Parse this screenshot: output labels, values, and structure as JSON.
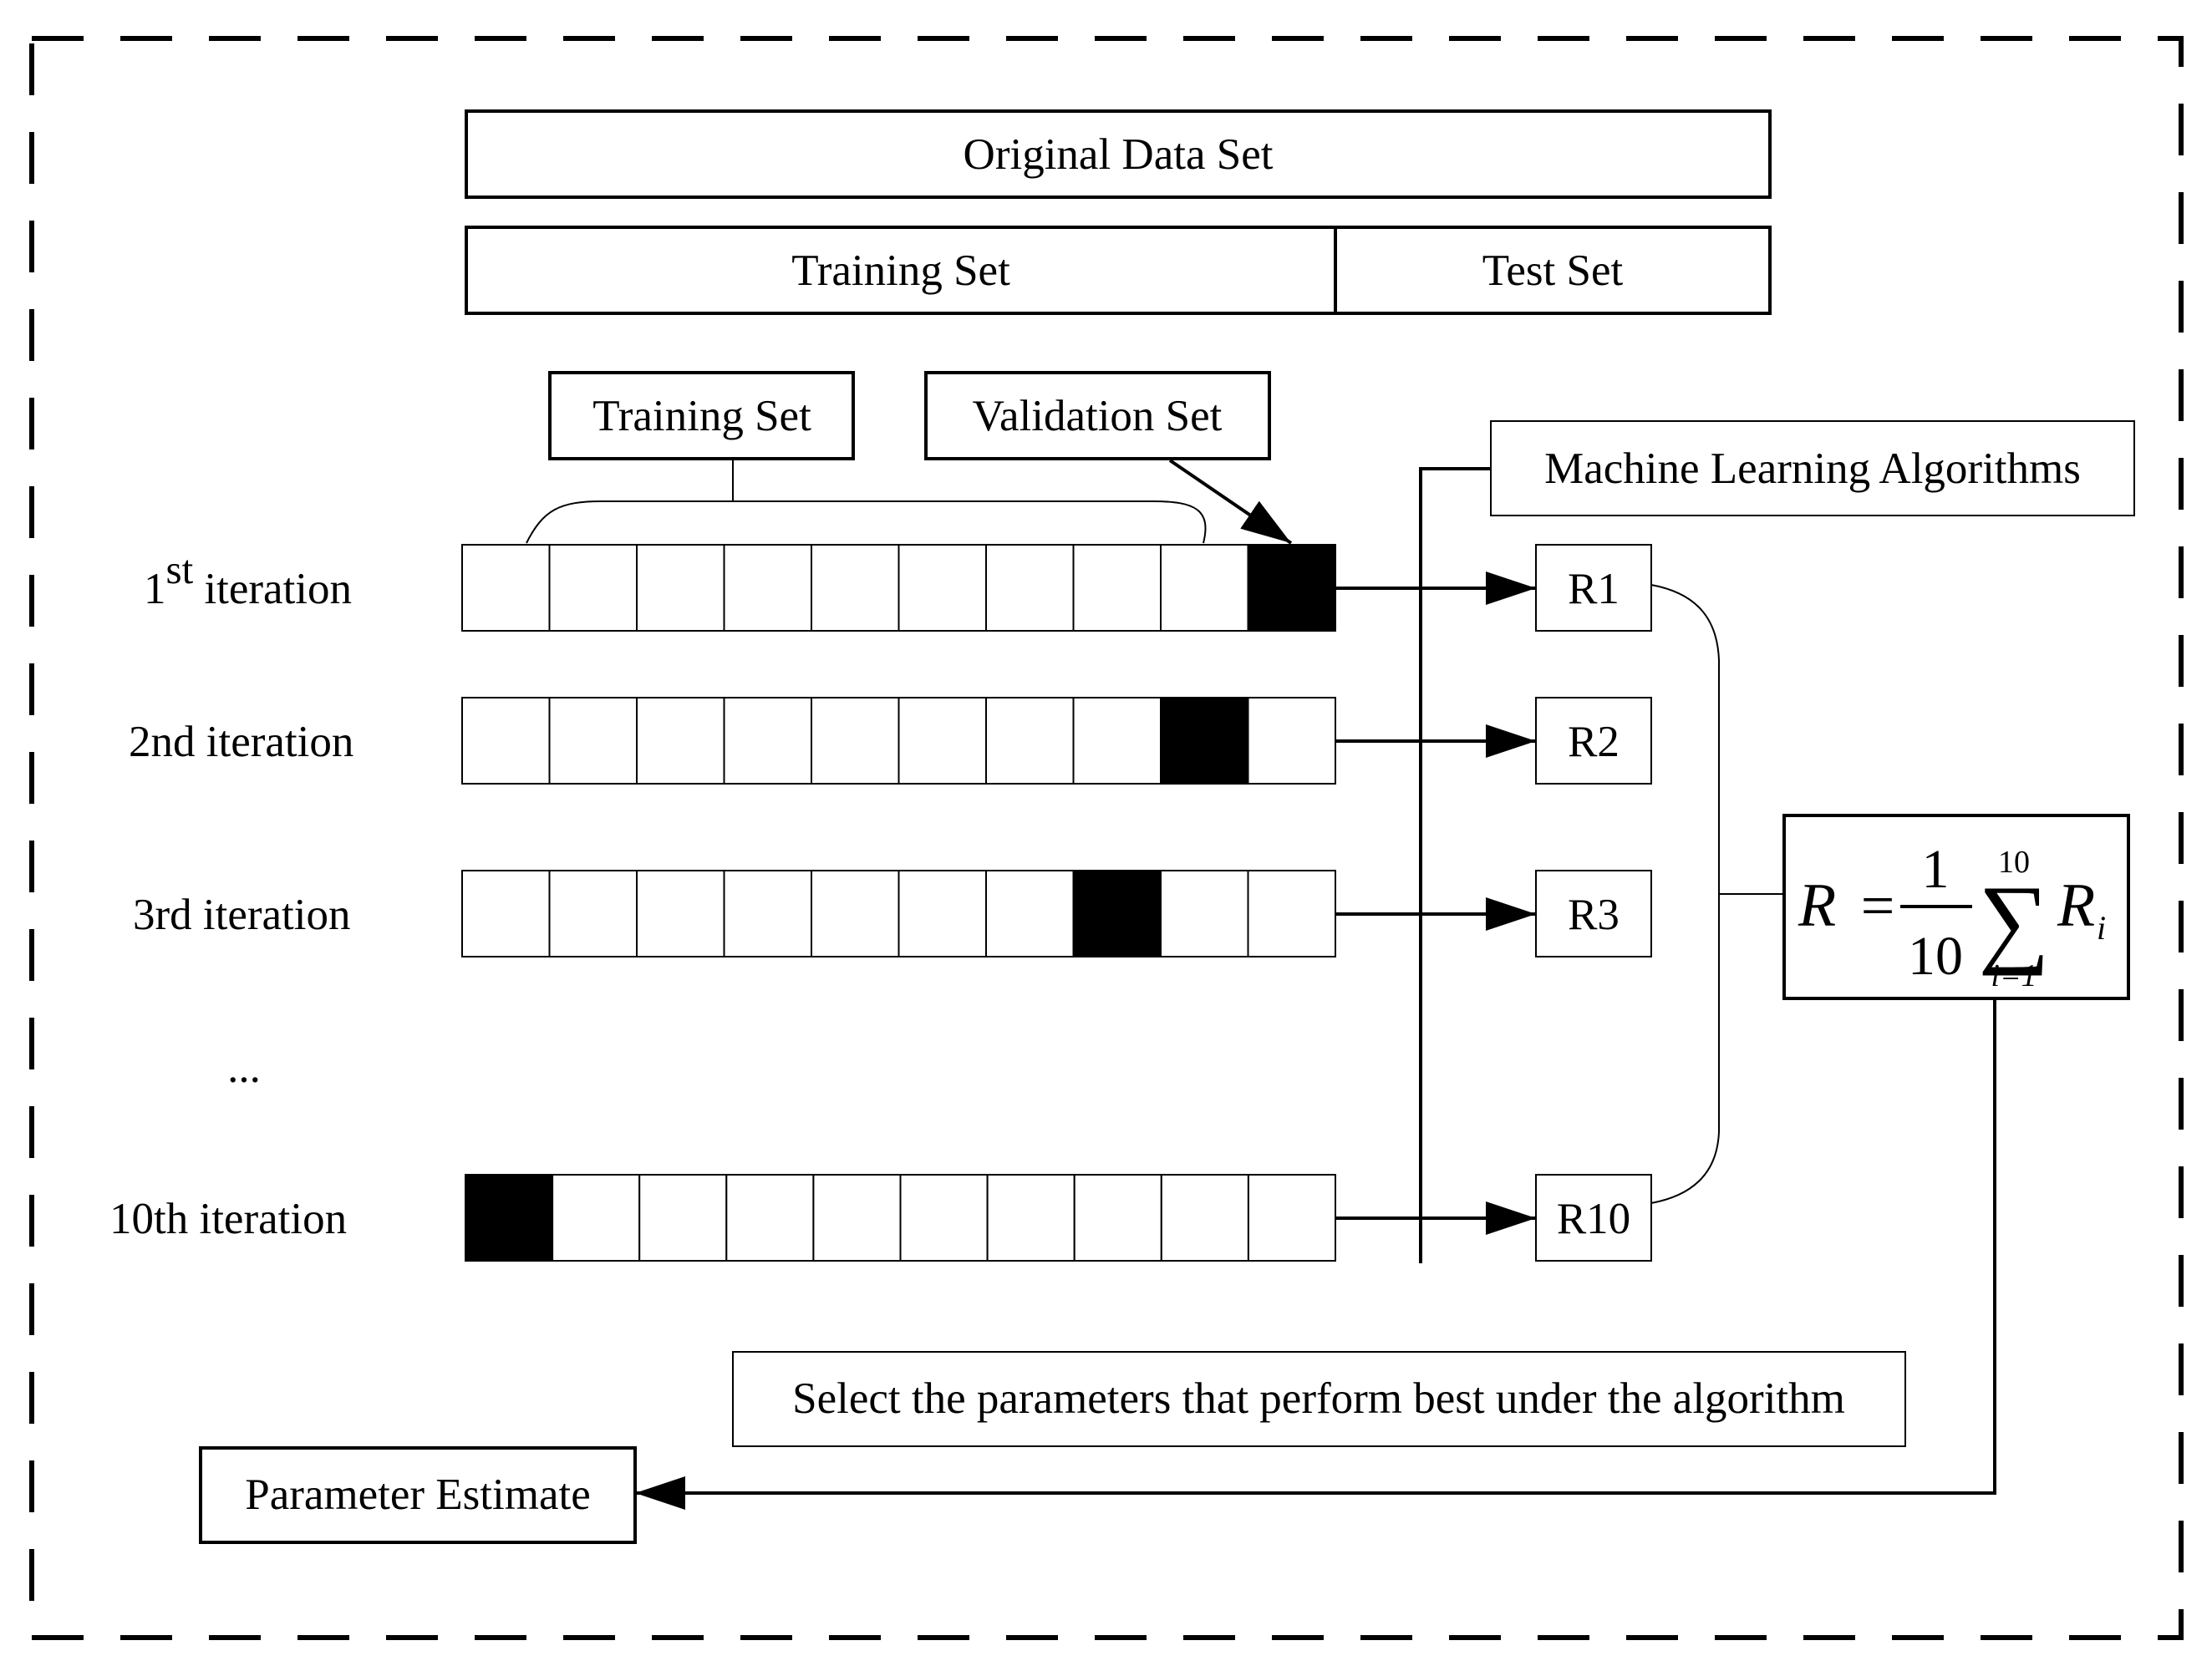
{
  "original_data_set": "Original Data Set",
  "training_set_top": "Training Set",
  "test_set": "Test Set",
  "training_set_brace": "Training Set",
  "validation_set": "Validation Set",
  "ml_algorithms": "Machine Learning Algorithms",
  "iterations": [
    {
      "label_main": "1",
      "label_sup": "st",
      "label_rest": " iteration",
      "validation_index": 9,
      "result": "R1"
    },
    {
      "label_main": "2nd iteration",
      "label_sup": "",
      "label_rest": "",
      "validation_index": 8,
      "result": "R2"
    },
    {
      "label_main": "3rd iteration",
      "label_sup": "",
      "label_rest": "",
      "validation_index": 7,
      "result": "R3"
    },
    {
      "label_main": "10th iteration",
      "label_sup": "",
      "label_rest": "",
      "validation_index": 0,
      "result": "R10"
    }
  ],
  "ellipsis": "...",
  "folds_per_iteration": 10,
  "formula": {
    "lhs": "R",
    "equals": "=",
    "numerator": "1",
    "denominator": "10",
    "sum_symbol": "∑",
    "upper": "10",
    "lower": "i=1",
    "term": "R",
    "term_sub": "i"
  },
  "select_text": "Select the parameters that perform best under the algorithm",
  "parameter_estimate": "Parameter Estimate"
}
